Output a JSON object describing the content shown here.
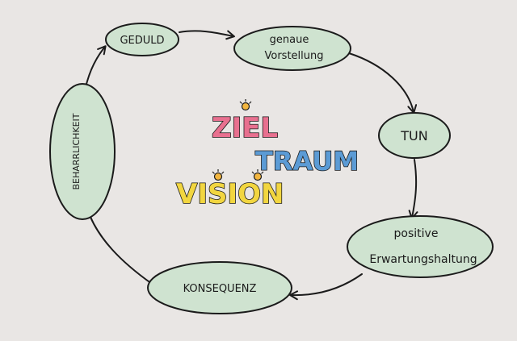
{
  "nodes": {
    "geduld": "GEDULD",
    "vorstellung_1": "genaue",
    "vorstellung_2": "Vorstellung",
    "tun": "TUN",
    "erwartung_1": "positive",
    "erwartung_2": "Erwartungshaltung",
    "konsequenz": "KONSEQUENZ",
    "beharrlichkeit": "BEHARRLICHKEIT"
  },
  "center": {
    "ziel": "ZIEL",
    "traum": "TRAUM",
    "vision": "VISION"
  },
  "colors": {
    "paper": "#e9e6e4",
    "node_fill": "#cfe3d0",
    "ink": "#1b1b1b",
    "ziel": "#e8708f",
    "traum": "#5b9bd5",
    "vision": "#f2d640",
    "sun": "#f2b640"
  }
}
